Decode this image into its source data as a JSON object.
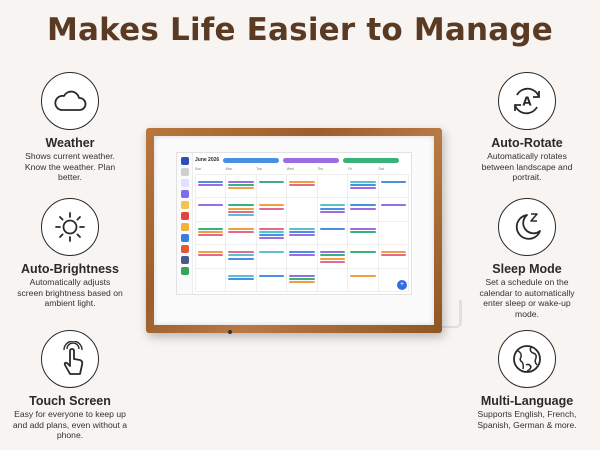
{
  "headline": "Makes Life Easier to Manage",
  "colors": {
    "headline": "#5a3a22",
    "frame_wood": "#a8692f"
  },
  "features_left": [
    {
      "icon": "cloud-icon",
      "title": "Weather",
      "desc": "Shows current weather. Know the weather. Plan better."
    },
    {
      "icon": "sun-icon",
      "title": "Auto-Brightness",
      "desc": "Automatically adjusts screen brightness based on ambient light."
    },
    {
      "icon": "touch-hand-icon",
      "title": "Touch Screen",
      "desc": "Easy for everyone to keep up and add plans, even without a phone."
    }
  ],
  "features_right": [
    {
      "icon": "auto-rotate-icon",
      "title": "Auto-Rotate",
      "desc": "Automatically rotates between landscape and portrait."
    },
    {
      "icon": "moon-sleep-icon",
      "title": "Sleep Mode",
      "desc": "Set a schedule on the calendar to automatically enter sleep or wake-up mode."
    },
    {
      "icon": "globe-icon",
      "title": "Multi-Language",
      "desc": "Supports English, French, Spanish, German & more."
    }
  ],
  "calendar": {
    "month": "June 2026",
    "weekdays": [
      "Sun",
      "Mon",
      "Tue",
      "Wed",
      "Thu",
      "Fri",
      "Sat"
    ],
    "fab": "+"
  }
}
